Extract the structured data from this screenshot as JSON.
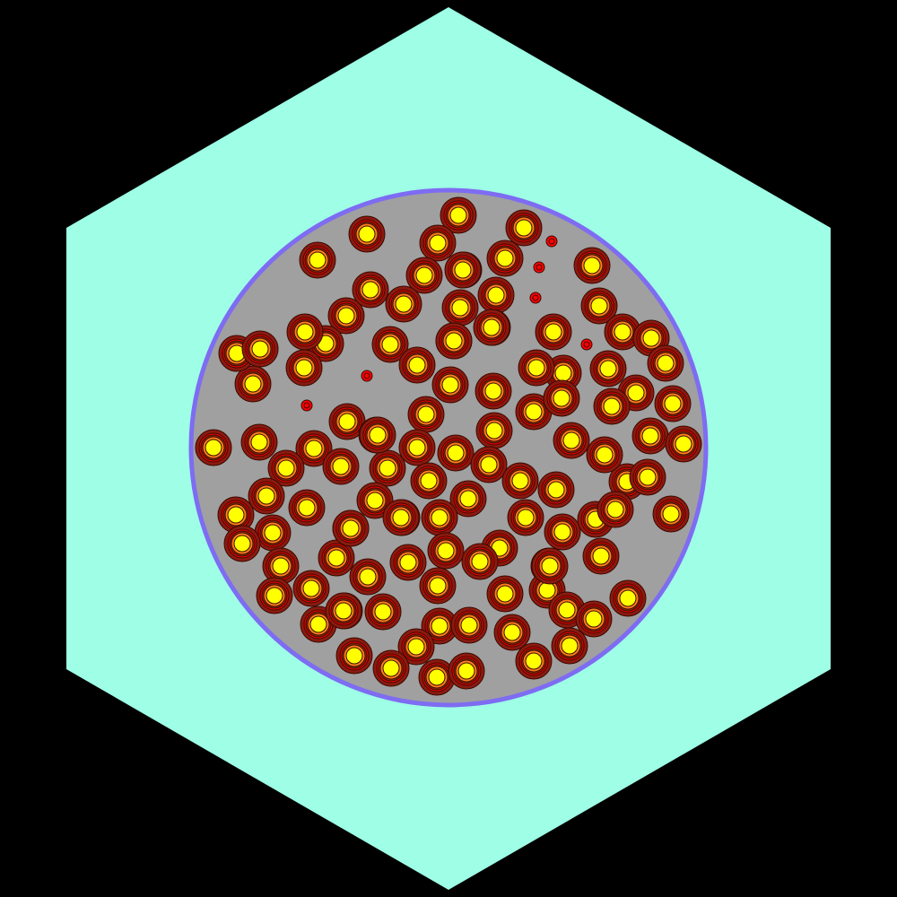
{
  "colors": {
    "background": "#000000",
    "hexagon": "#9effe6",
    "pebble": "#a0a0a0",
    "pebble_outline": "#7e6cf2",
    "particle_outline": "#3a0a00",
    "layers": [
      "#8b1a10",
      "#ff0000",
      "#8b2a10",
      "#ff7f1e",
      "#ffff00"
    ]
  },
  "particles": [
    {
      "type": "full"
    },
    {
      "type": "full"
    },
    {
      "type": "full"
    },
    {
      "type": "full"
    },
    {
      "type": "full"
    },
    {
      "type": "full"
    },
    {
      "type": "small"
    },
    {
      "type": "full"
    },
    {
      "type": "full"
    },
    {
      "type": "small"
    },
    {
      "type": "full"
    },
    {
      "type": "full"
    },
    {
      "type": "full"
    },
    {
      "type": "small"
    },
    {
      "type": "full"
    },
    {
      "type": "full"
    },
    {
      "type": "full"
    },
    {
      "type": "full"
    },
    {
      "type": "small"
    },
    {
      "type": "full"
    },
    {
      "type": "full"
    },
    {
      "type": "full"
    },
    {
      "type": "full"
    },
    {
      "type": "full"
    },
    {
      "type": "full"
    },
    {
      "type": "full"
    },
    {
      "type": "small"
    },
    {
      "type": "full"
    },
    {
      "type": "full"
    },
    {
      "type": "full"
    },
    {
      "type": "full"
    },
    {
      "type": "full"
    },
    {
      "type": "full"
    },
    {
      "type": "full"
    },
    {
      "type": "full"
    },
    {
      "type": "full"
    },
    {
      "type": "full"
    },
    {
      "type": "full"
    },
    {
      "type": "small"
    },
    {
      "type": "full"
    },
    {
      "type": "full"
    },
    {
      "type": "full"
    },
    {
      "type": "full"
    },
    {
      "type": "full"
    },
    {
      "type": "full"
    },
    {
      "type": "full"
    },
    {
      "type": "full"
    },
    {
      "type": "full"
    },
    {
      "type": "full"
    },
    {
      "type": "full"
    },
    {
      "type": "full"
    },
    {
      "type": "full"
    },
    {
      "type": "full"
    },
    {
      "type": "full"
    },
    {
      "type": "full"
    },
    {
      "type": "full"
    },
    {
      "type": "full"
    },
    {
      "type": "full"
    },
    {
      "type": "full"
    },
    {
      "type": "full"
    },
    {
      "type": "full"
    },
    {
      "type": "full"
    },
    {
      "type": "full"
    },
    {
      "type": "full"
    },
    {
      "type": "full"
    },
    {
      "type": "full"
    },
    {
      "type": "full"
    },
    {
      "type": "full"
    },
    {
      "type": "full"
    },
    {
      "type": "full"
    },
    {
      "type": "full"
    },
    {
      "type": "full"
    },
    {
      "type": "full"
    },
    {
      "type": "full"
    },
    {
      "type": "full"
    },
    {
      "type": "full"
    },
    {
      "type": "full"
    },
    {
      "type": "full"
    },
    {
      "type": "full"
    },
    {
      "type": "full"
    },
    {
      "type": "full"
    },
    {
      "type": "full"
    },
    {
      "type": "full"
    },
    {
      "type": "full"
    },
    {
      "type": "full"
    },
    {
      "type": "full"
    },
    {
      "type": "full"
    },
    {
      "type": "full"
    },
    {
      "type": "full"
    },
    {
      "type": "full"
    },
    {
      "type": "full"
    },
    {
      "type": "full"
    },
    {
      "type": "full"
    },
    {
      "type": "full"
    },
    {
      "type": "full"
    },
    {
      "type": "full"
    },
    {
      "type": "full"
    },
    {
      "type": "full"
    },
    {
      "type": "full"
    },
    {
      "type": "full"
    },
    {
      "type": "full"
    },
    {
      "type": "full"
    },
    {
      "type": "full"
    },
    {
      "type": "full"
    },
    {
      "type": "full"
    },
    {
      "type": "full"
    },
    {
      "type": "full"
    },
    {
      "type": "full"
    },
    {
      "type": "full"
    },
    {
      "type": "full"
    },
    {
      "type": "full"
    },
    {
      "type": "full"
    },
    {
      "type": "full"
    },
    {
      "type": "full"
    },
    {
      "type": "full"
    },
    {
      "type": "full"
    },
    {
      "type": "full"
    },
    {
      "type": "full"
    },
    {
      "type": "full"
    },
    {
      "type": "full"
    },
    {
      "type": "full"
    },
    {
      "type": "full"
    },
    {
      "type": "full"
    },
    {
      "type": "full"
    },
    {
      "type": "full"
    },
    {
      "type": "full"
    },
    {
      "type": "full"
    },
    {
      "type": "full"
    },
    {
      "type": "full"
    },
    {
      "type": "full"
    },
    {
      "type": "full"
    },
    {
      "type": "full"
    },
    {
      "type": "full"
    },
    {
      "type": "full"
    },
    {
      "type": "full"
    },
    {
      "type": "full"
    },
    {
      "type": "full"
    },
    {
      "type": "full"
    },
    {
      "type": "full"
    },
    {
      "type": "full"
    }
  ]
}
